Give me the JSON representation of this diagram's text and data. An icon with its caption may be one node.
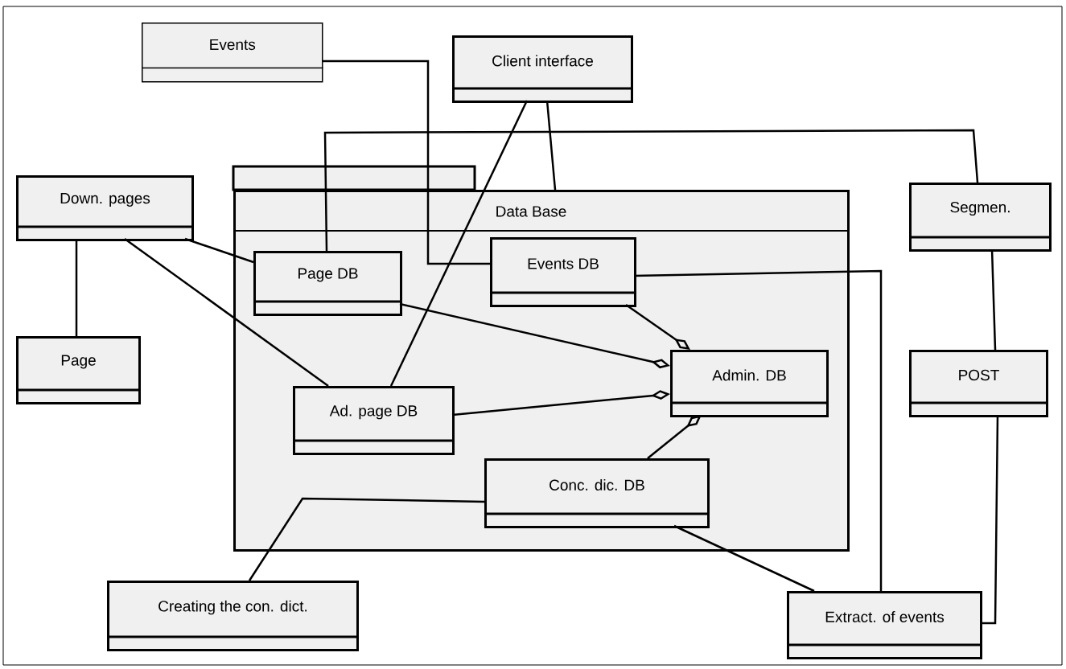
{
  "diagram": {
    "nodes": [
      {
        "text": [
          "Events"
        ]
      },
      {
        "text": [
          "Client interface"
        ]
      },
      {
        "text": [
          "Down. pages"
        ]
      },
      {
        "text": [
          "Page"
        ]
      },
      {
        "text": [
          "Data Base"
        ]
      },
      {
        "text": [
          "Page DB"
        ],
        "in": 4
      },
      {
        "text": [
          "Events DB"
        ],
        "in": 4
      },
      {
        "text": [
          "Admin. DB"
        ],
        "in": 4
      },
      {
        "text": [
          "Ad. page DB"
        ],
        "in": 4
      },
      {
        "text": [
          "Conc. dic. DB"
        ],
        "in": 4
      },
      {
        "text": [
          "Segmen."
        ]
      },
      {
        "text": [
          "POST"
        ]
      },
      {
        "text": [
          "Creating the con. dict."
        ]
      },
      {
        "text": [
          "Extract. of events"
        ]
      }
    ],
    "edges": [
      {
        "from": 0,
        "to": 6,
        "arrow": "none"
      },
      {
        "from": 1,
        "to": 4,
        "arrow": "none"
      },
      {
        "from": 1,
        "to": 8,
        "arrow": "none"
      },
      {
        "from": 5,
        "to": 10,
        "arrow": "none"
      },
      {
        "from": 2,
        "to": 5,
        "arrow": "none"
      },
      {
        "from": 2,
        "to": 3,
        "arrow": "none"
      },
      {
        "from": 2,
        "to": 8,
        "arrow": "none"
      },
      {
        "from": 5,
        "to": 7,
        "arrow": "other"
      },
      {
        "from": 8,
        "to": 7,
        "arrow": "other"
      },
      {
        "from": 6,
        "to": 7,
        "arrow": "other"
      },
      {
        "from": 9,
        "to": 7,
        "arrow": "other"
      },
      {
        "from": 12,
        "to": 9,
        "arrow": "none"
      },
      {
        "from": 6,
        "to": 13,
        "arrow": "none"
      },
      {
        "from": 9,
        "to": 13,
        "arrow": "none"
      },
      {
        "from": 10,
        "to": 11,
        "arrow": "none"
      },
      {
        "from": 11,
        "to": 13,
        "arrow": "none"
      }
    ]
  }
}
